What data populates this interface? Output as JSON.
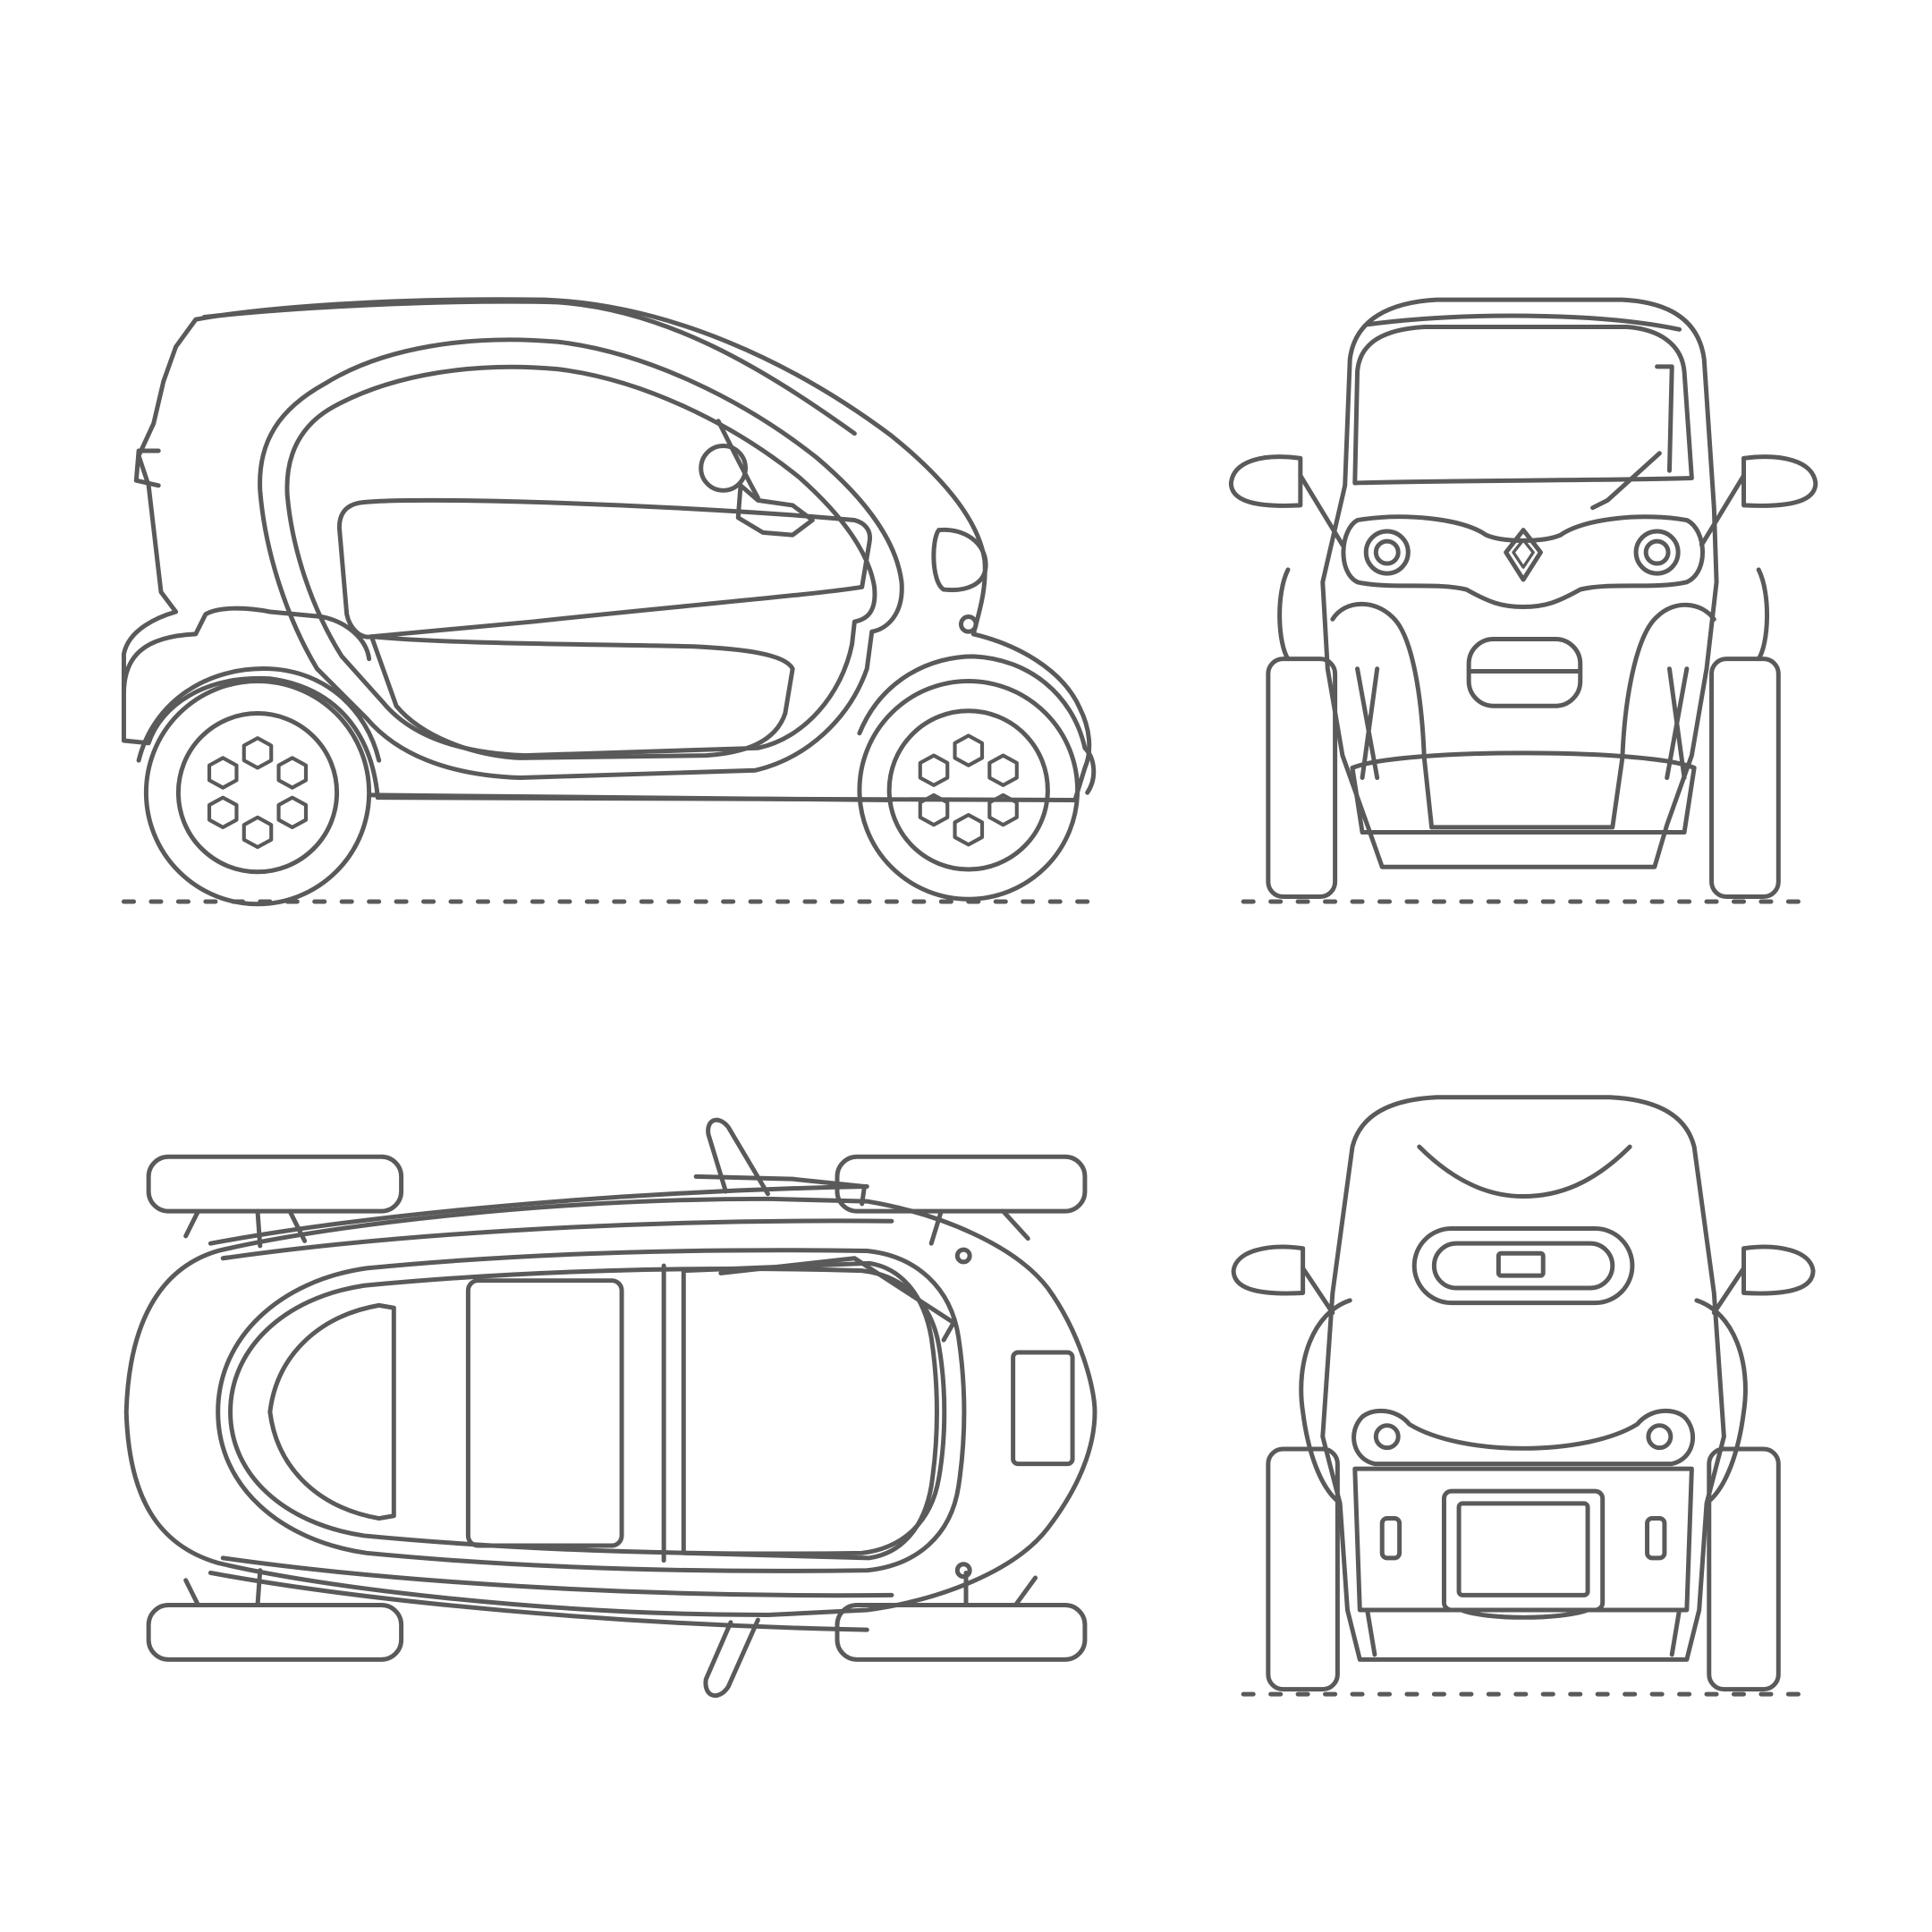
{
  "sheet": {
    "background": "#ffffff",
    "line_color": "#5a5a5a",
    "views": [
      {
        "id": "side-view",
        "icon": "car-side-view"
      },
      {
        "id": "front-view",
        "icon": "car-front-view"
      },
      {
        "id": "top-view",
        "icon": "car-top-view"
      },
      {
        "id": "rear-view",
        "icon": "car-rear-view"
      }
    ]
  }
}
